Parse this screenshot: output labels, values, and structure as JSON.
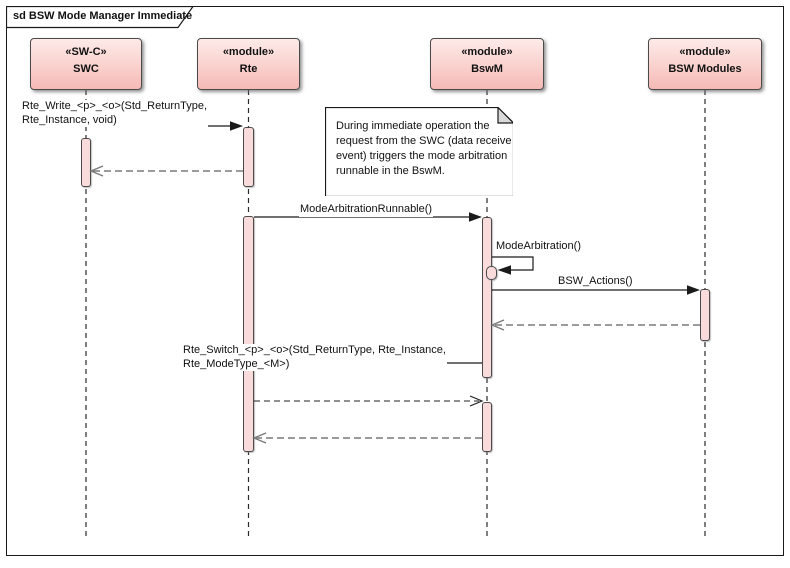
{
  "diagram": {
    "title": "sd BSW Mode Manager Immediate"
  },
  "lifelines": [
    {
      "stereotype": "«SW-C»",
      "name": "SWC"
    },
    {
      "stereotype": "«module»",
      "name": "Rte"
    },
    {
      "stereotype": "«module»",
      "name": "BswM"
    },
    {
      "stereotype": "«module»",
      "name": "BSW Modules"
    }
  ],
  "messages": {
    "rte_write": "Rte_Write_<p>_<o>(Std_ReturnType,\nRte_Instance, void)",
    "mode_arbitration_runnable": "ModeArbitrationRunnable()",
    "mode_arbitration": "ModeArbitration()",
    "bsw_actions": "BSW_Actions()",
    "rte_switch": "Rte_Switch_<p>_<o>(Std_ReturnType, Rte_Instance,\nRte_ModeType_<M>)"
  },
  "note": {
    "text": "During immediate operation the\nrequest from the SWC (data receive\nevent) triggers the mode arbitration\nrunnable in the BswM."
  },
  "colors": {
    "head_fill_top": "#FDEAE8",
    "head_fill_bottom": "#F5B9B5",
    "activation_fill": "#F9DBDB",
    "border": "#4A4A4A",
    "call_line": "#1A1A1A",
    "return_line": "#7A7A7A",
    "note_fold": "#D9D9D9"
  }
}
